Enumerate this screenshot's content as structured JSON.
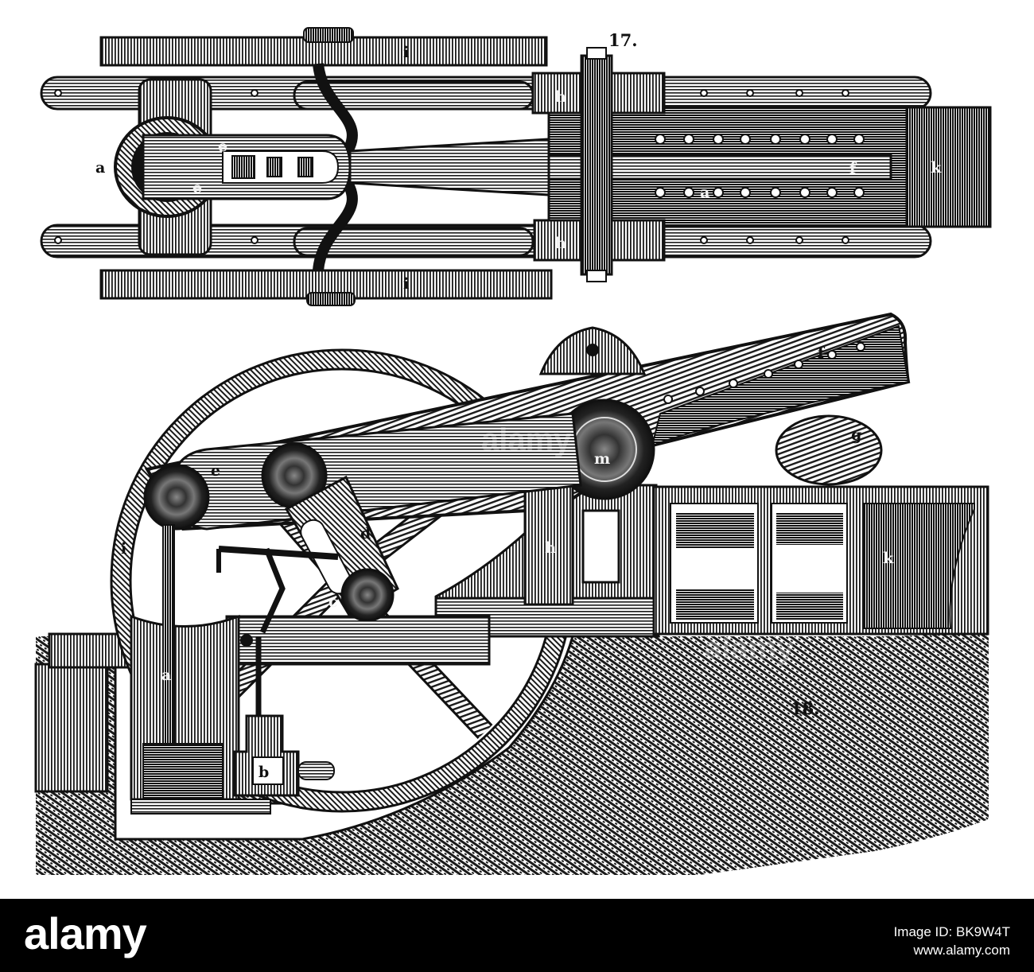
{
  "figures": {
    "top_label": "17.",
    "bottom_label": "18."
  },
  "parts": {
    "a": "a",
    "b": "b",
    "c": "c",
    "d": "d",
    "e": "e",
    "f": "f",
    "g": "g",
    "h": "h",
    "i": "i",
    "k": "k",
    "m": "m"
  },
  "watermark": {
    "text": "alamy"
  },
  "footer": {
    "brand": "alamy",
    "image_id": "Image ID: BK9W4T",
    "url": "www.alamy.com"
  },
  "colors": {
    "ink": "#111111",
    "paper": "#ffffff",
    "footer_bg": "#000000"
  }
}
